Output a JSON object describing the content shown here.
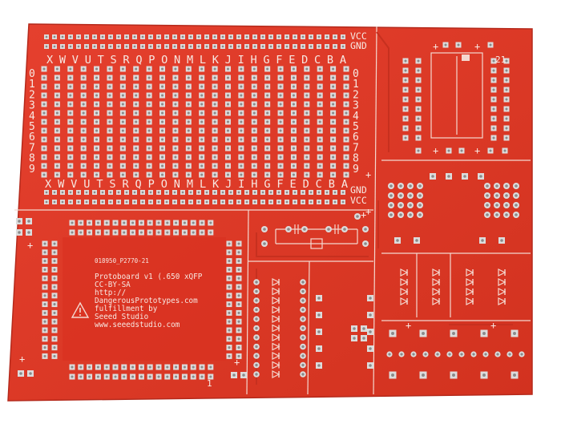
{
  "board": {
    "colors": {
      "background": "#ffffff",
      "mask": "#df3a2b",
      "mask_dark": "#c9311f",
      "pad": "#dcdcdc",
      "hole": "#8a8a8a",
      "silk": "#f4d8cf"
    },
    "rail_labels": {
      "top_vcc": "VCC",
      "top_gnd": "GND",
      "bottom_gnd": "GND",
      "bottom_vcc": "VCC"
    },
    "column_letters": "XWVUTSRQPONMLKJIHGFEDCBA",
    "row_digits": [
      "0",
      "1",
      "2",
      "3",
      "4",
      "5",
      "6",
      "7",
      "8",
      "9"
    ],
    "part_number": "018950_P2770-21",
    "title_lines": [
      "Protoboard v1 (.650 xQFP",
      "CC-BY-SA",
      "http://",
      "DangerousPrototypes.com",
      "fulfillment by",
      "Seeed Studio",
      "www.seeedstudio.com"
    ],
    "pin_one_label": "1",
    "dip_pin_label": "21",
    "plus_sign": "+"
  }
}
